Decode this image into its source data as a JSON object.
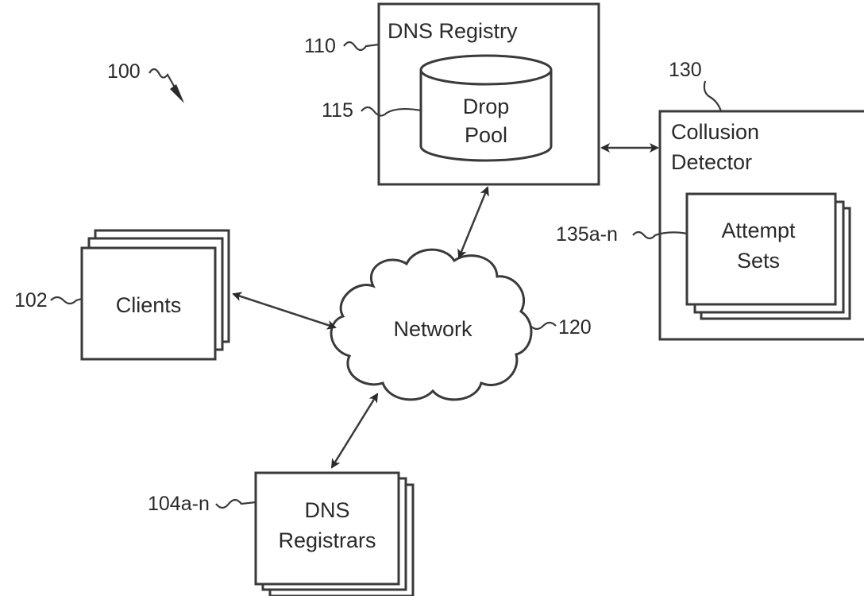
{
  "diagram": {
    "figure_ref": "100",
    "dns_registry": {
      "ref": "110",
      "label": "DNS Registry"
    },
    "drop_pool": {
      "ref": "115",
      "label_line1": "Drop",
      "label_line2": "Pool"
    },
    "collusion_detector": {
      "ref": "130",
      "label_line1": "Collusion",
      "label_line2": "Detector"
    },
    "attempt_sets": {
      "ref": "135a-n",
      "label_line1": "Attempt",
      "label_line2": "Sets"
    },
    "clients": {
      "ref": "102",
      "label": "Clients"
    },
    "network": {
      "ref": "120",
      "label": "Network"
    },
    "dns_registrars": {
      "ref": "104a-n",
      "label_line1": "DNS",
      "label_line2": "Registrars"
    }
  }
}
